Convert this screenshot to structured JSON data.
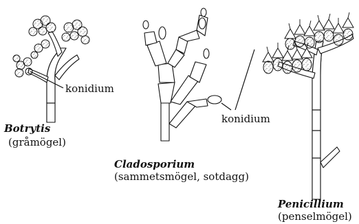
{
  "figure": {
    "botrytis": {
      "genus": "Botrytis",
      "common": "(gråmögel)",
      "label": "konidium"
    },
    "cladosporium": {
      "genus": "Cladosporium",
      "common": "(sammetsmögel, sotdagg)"
    },
    "penicillium": {
      "genus": "Penicillium",
      "common": "(penselmögel)"
    },
    "shared_label": "konidium"
  }
}
